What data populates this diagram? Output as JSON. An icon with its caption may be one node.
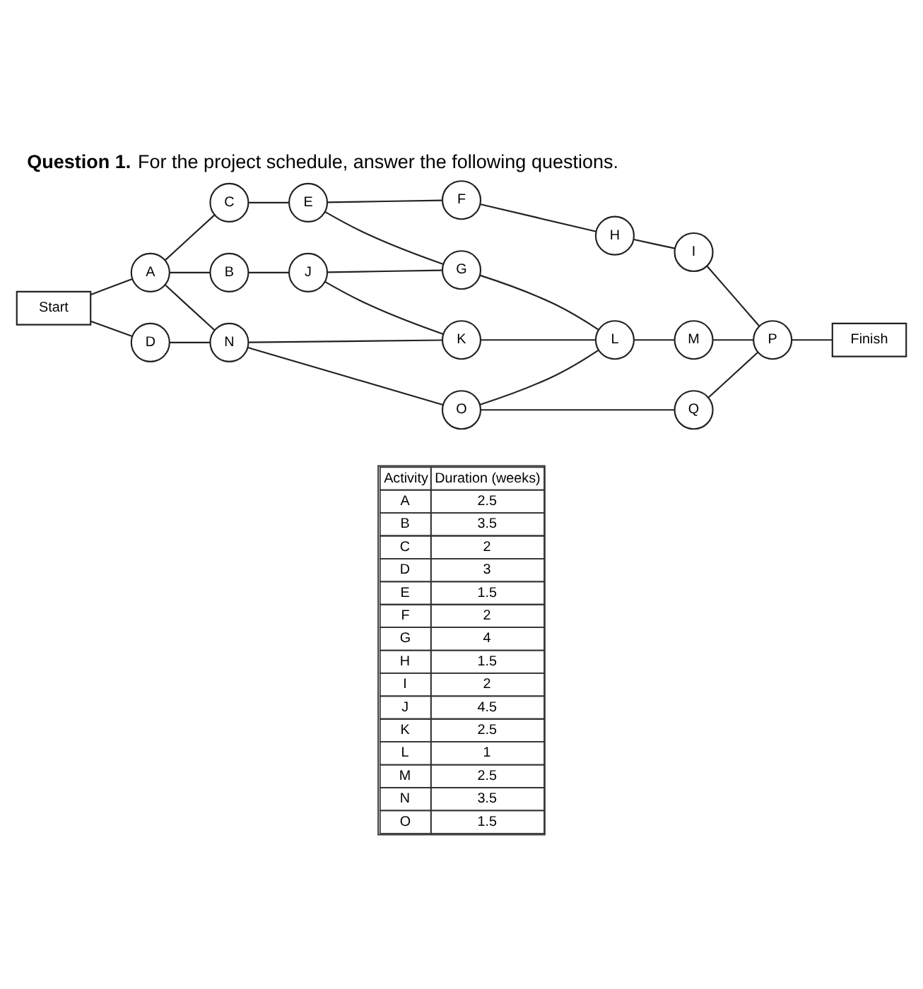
{
  "diagram": {
    "title": "**Question 1.** For the project schedule, answer the following questions.",
    "nodes": [
      {
        "text": [
          "F"
        ]
      },
      {
        "text": [
          "C"
        ]
      },
      {
        "text": [
          "E"
        ]
      },
      {
        "text": [
          "H"
        ]
      },
      {
        "text": [
          "I"
        ]
      },
      {
        "text": [
          "G"
        ]
      },
      {
        "text": [
          "Start"
        ]
      },
      {
        "text": [
          "A"
        ]
      },
      {
        "text": [
          "B"
        ]
      },
      {
        "text": [
          "J"
        ]
      },
      {
        "text": [
          "K"
        ]
      },
      {
        "text": [
          "L"
        ]
      },
      {
        "text": [
          "M"
        ]
      },
      {
        "text": [
          "P"
        ]
      },
      {
        "text": [
          "Finish"
        ]
      },
      {
        "text": [
          "D"
        ]
      },
      {
        "text": [
          "N"
        ]
      },
      {
        "text": [
          "O"
        ]
      },
      {
        "text": [
          "Q"
        ]
      }
    ],
    "edges": [
      {
        "from": 6,
        "to": 7,
        "arrow": "none"
      },
      {
        "from": 6,
        "to": 15,
        "arrow": "none"
      },
      {
        "from": 7,
        "to": 1,
        "arrow": "none"
      },
      {
        "from": 7,
        "to": 8,
        "arrow": "none"
      },
      {
        "from": 7,
        "to": 16,
        "arrow": "none"
      },
      {
        "from": 1,
        "to": 2,
        "arrow": "none"
      },
      {
        "from": 2,
        "to": 0,
        "arrow": "none"
      },
      {
        "from": 2,
        "to": 5,
        "arrow": "none"
      },
      {
        "from": 0,
        "to": 3,
        "arrow": "none"
      },
      {
        "from": 3,
        "to": 4,
        "arrow": "none"
      },
      {
        "from": 4,
        "to": 13,
        "arrow": "none"
      },
      {
        "from": 8,
        "to": 9,
        "arrow": "none"
      },
      {
        "from": 9,
        "to": 5,
        "arrow": "none"
      },
      {
        "from": 9,
        "to": 10,
        "arrow": "none"
      },
      {
        "from": 5,
        "to": 11,
        "arrow": "none"
      },
      {
        "from": 10,
        "to": 11,
        "arrow": "none"
      },
      {
        "from": 11,
        "to": 12,
        "arrow": "none"
      },
      {
        "from": 12,
        "to": 13,
        "arrow": "none"
      },
      {
        "from": 13,
        "to": 14,
        "arrow": "none"
      },
      {
        "from": 15,
        "to": 16,
        "arrow": "none"
      },
      {
        "from": 16,
        "to": 10,
        "arrow": "none"
      },
      {
        "from": 16,
        "to": 17,
        "arrow": "none"
      },
      {
        "from": 17,
        "to": 11,
        "arrow": "none"
      },
      {
        "from": 17,
        "to": 18,
        "arrow": "none"
      },
      {
        "from": 18,
        "to": 13,
        "arrow": "none"
      }
    ],
    "labels": [
      "Activity",
      "Duration (weeks)",
      "A",
      "2.5",
      "B",
      "3.5",
      "C",
      "2",
      "D",
      "3",
      "E",
      "1.5",
      "F",
      "2",
      "G",
      "4",
      "H",
      "1.5",
      "I",
      "2",
      "J",
      "4.5",
      "K",
      "2.5",
      "L",
      "1",
      "M",
      "2.5",
      "N",
      "3.5",
      "O",
      "1.5"
    ]
  }
}
